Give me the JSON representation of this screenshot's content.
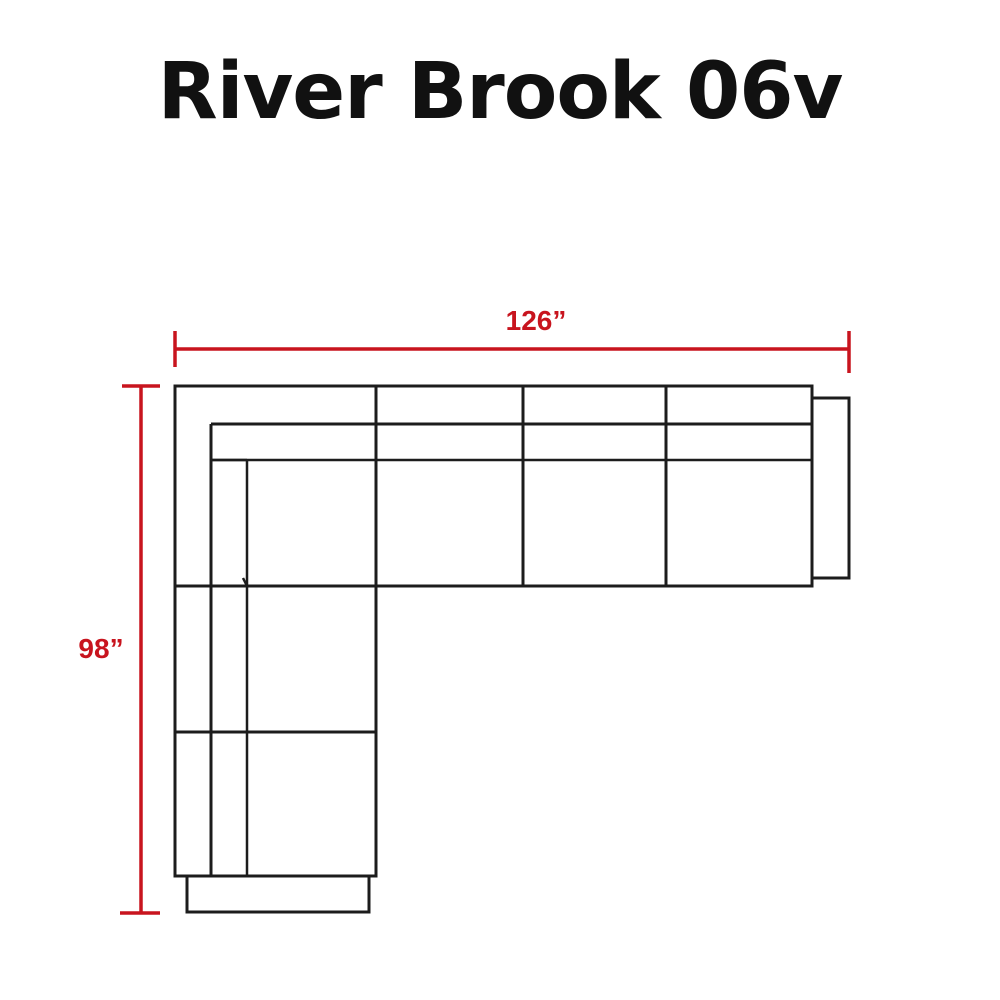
{
  "title": "River Brook 06v",
  "dimensions": {
    "width_label": "126”",
    "depth_label": "98”"
  },
  "colors": {
    "dimension_line": "#c8141e",
    "outline": "#1c1c1c",
    "title": "#111111",
    "background": "#ffffff"
  }
}
